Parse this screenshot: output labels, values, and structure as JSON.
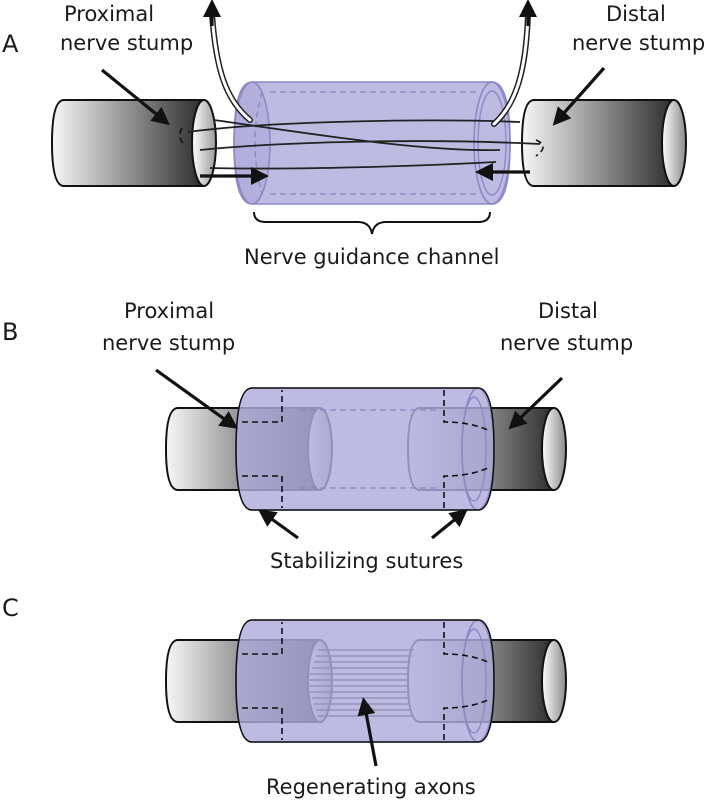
{
  "panels": [
    {
      "letter": "A",
      "labels": {
        "proximal": [
          "Proximal",
          "nerve stump"
        ],
        "distal": [
          "Distal",
          "nerve stump"
        ],
        "caption": "Nerve guidance channel"
      }
    },
    {
      "letter": "B",
      "labels": {
        "proximal": [
          "Proximal",
          "nerve stump"
        ],
        "distal": [
          "Distal",
          "nerve stump"
        ],
        "caption": "Stabilizing sutures"
      }
    },
    {
      "letter": "C",
      "labels": {
        "caption": "Regenerating axons"
      }
    }
  ],
  "colors": {
    "channel": "#b0acdc",
    "stump_dark": "#2c2c2c",
    "stump_light": "#f7f7f7",
    "ink": "#111111"
  }
}
